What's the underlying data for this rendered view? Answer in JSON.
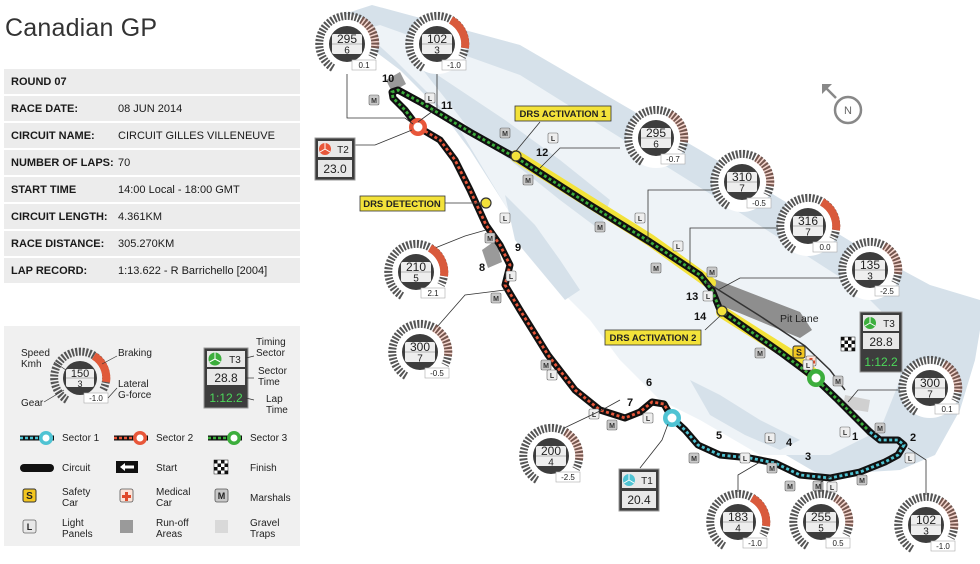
{
  "title": "Canadian GP",
  "info": {
    "round": "ROUND 07",
    "rows": [
      {
        "label": "RACE DATE:",
        "value": "08 JUN 2014"
      },
      {
        "label": "CIRCUIT NAME:",
        "value": "CIRCUIT GILLES VILLENEUVE"
      },
      {
        "label": "NUMBER OF LAPS:",
        "value": "70"
      },
      {
        "label": "START TIME",
        "value": "14:00 Local - 18:00 GMT"
      },
      {
        "label": "CIRCUIT LENGTH:",
        "value": "4.361KM"
      },
      {
        "label": "RACE DISTANCE:",
        "value": "305.270KM"
      },
      {
        "label": "LAP RECORD:",
        "value": "1:13.622 - R Barrichello [2004]"
      }
    ]
  },
  "legend": {
    "speed": "Speed",
    "kmh": "Kmh",
    "gear_label": "Gear",
    "braking": "Braking",
    "lateral1": "Lateral",
    "lateral2": "G-force",
    "sample_speed": "150",
    "sample_gear": "3",
    "sample_g": "-1.0",
    "timing1": "Timing",
    "timing2": "Sector",
    "sector_time1": "Sector",
    "sector_time2": "Time",
    "lap_time1": "Lap",
    "lap_time2": "Time",
    "sample_sector": "T3",
    "sample_sector_time": "28.8",
    "sample_lap_time": "1:12.2",
    "sector1": "Sector 1",
    "sector2": "Sector 2",
    "sector3": "Sector 3",
    "circuit": "Circuit",
    "start": "Start",
    "finish": "Finish",
    "safety1": "Safety",
    "safety2": "Car",
    "medical1": "Medical",
    "medical2": "Car",
    "marshals": "Marshals",
    "light1": "Light",
    "light2": "Panels",
    "runoff1": "Run-off",
    "runoff2": "Areas",
    "gravel1": "Gravel",
    "gravel2": "Traps",
    "s_glyph": "S",
    "m_glyph": "M",
    "l_glyph": "L"
  },
  "map": {
    "compass": "N",
    "pit_lane": "Pit Lane",
    "drs_activation_1": "DRS ACTIVATION 1",
    "drs_activation_2": "DRS ACTIVATION 2",
    "drs_detection": "DRS DETECTION",
    "turns": [
      "1",
      "2",
      "3",
      "4",
      "5",
      "6",
      "7",
      "8",
      "9",
      "10",
      "11",
      "12",
      "13",
      "14"
    ],
    "gauges": [
      {
        "speed": "295",
        "gear": "6",
        "g": "0.1"
      },
      {
        "speed": "102",
        "gear": "3",
        "g": "-1.0"
      },
      {
        "speed": "295",
        "gear": "6",
        "g": "-0.7"
      },
      {
        "speed": "310",
        "gear": "7",
        "g": "-0.5"
      },
      {
        "speed": "316",
        "gear": "7",
        "g": "0.0"
      },
      {
        "speed": "135",
        "gear": "3",
        "g": "-2.5"
      },
      {
        "speed": "300",
        "gear": "7",
        "g": "0.1"
      },
      {
        "speed": "210",
        "gear": "5",
        "g": "2.1"
      },
      {
        "speed": "300",
        "gear": "7",
        "g": "-0.5"
      },
      {
        "speed": "200",
        "gear": "4",
        "g": "-2.5"
      },
      {
        "speed": "183",
        "gear": "4",
        "g": "-1.0"
      },
      {
        "speed": "255",
        "gear": "5",
        "g": "0.5"
      },
      {
        "speed": "102",
        "gear": "3",
        "g": "-1.0"
      }
    ],
    "timing": [
      {
        "sector": "T2",
        "time": "23.0"
      },
      {
        "sector": "T1",
        "time": "20.4"
      },
      {
        "sector": "T3",
        "time": "28.8",
        "lap": "1:12.2"
      }
    ],
    "markers": {
      "s": "S",
      "m": "M",
      "l": "L"
    }
  },
  "colors": {
    "sector1": "#4fc3d3",
    "sector2": "#e8573a",
    "sector3": "#3cae3c",
    "drs": "#f3e23a",
    "track": "#111111",
    "water": "#d6e1ea",
    "lcd_green": "#4cd85a"
  }
}
